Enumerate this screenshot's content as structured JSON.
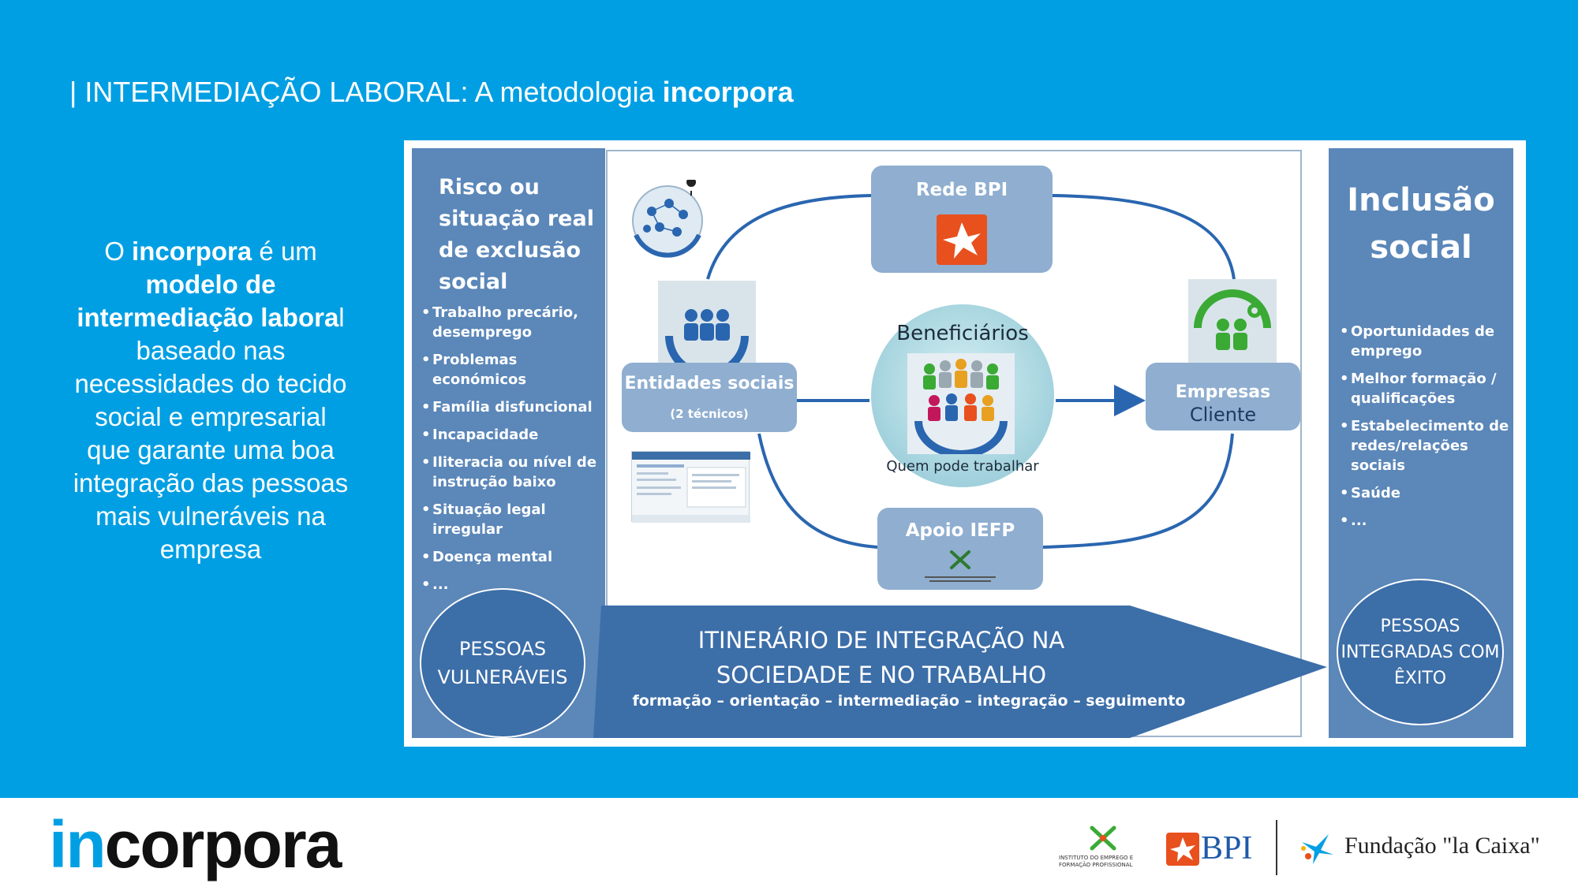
{
  "title": {
    "prefix": "| INTERMEDIAÇÃO LABORAL: A metodologia ",
    "bold": "incorpora"
  },
  "intro": {
    "t1": "O ",
    "b1": "incorpora",
    "t2": " é um ",
    "b2": "modelo de intermediação labora",
    "t3": "l baseado nas necessidades do tecido social e empresarial que garante uma boa integração das pessoas mais vulneráveis na empresa"
  },
  "diagram": {
    "left_heading": "Risco ou situação real de exclusão social",
    "left_items": [
      "Trabalho precário, desemprego",
      "Problemas económicos",
      "Família disfuncional",
      "Incapacidade",
      "Iliteracia ou nível de instrução baixo",
      "Situação legal irregular",
      "Doença mental",
      "..."
    ],
    "left_circle": "PESSOAS VULNERÁVEIS",
    "right_heading": "Inclusão social",
    "right_items": [
      "Oportunidades de emprego",
      "Melhor formação / qualificações",
      "Estabelecimento de redes/relações sociais",
      "Saúde",
      "..."
    ],
    "right_circle": "PESSOAS INTEGRADAS COM ÊXITO",
    "rede": "Rede BPI",
    "apoio": "Apoio IEFP",
    "entidades": "Entidades sociais",
    "entidades_sub": "(2 técnicos)",
    "empresas_l1": "Empresas",
    "empresas_l2": "Cliente",
    "center_title": "Beneficiários",
    "center_sub": "Quem pode trabalhar",
    "itinerary_title": "ITINERÁRIO DE INTEGRAÇÃO NA SOCIEDADE E NO TRABALHO",
    "itinerary_steps": "formação – orientação – intermediação – integração – seguimento"
  },
  "footer": {
    "logo_in": "in",
    "logo_rest": "corpora",
    "iefp_text": "INSTITUTO DO EMPREGO E FORMAÇÃO PROFISSIONAL",
    "bpi": "BPI",
    "fundacao": "Fundação \"la Caixa\""
  },
  "colors": {
    "background": "#009fe3",
    "panel": "#5b87b9",
    "arrow": "#3c6ea8",
    "box": "#8faed0",
    "bpi_orange": "#e8501e",
    "iefp_green": "#3aaa35"
  }
}
